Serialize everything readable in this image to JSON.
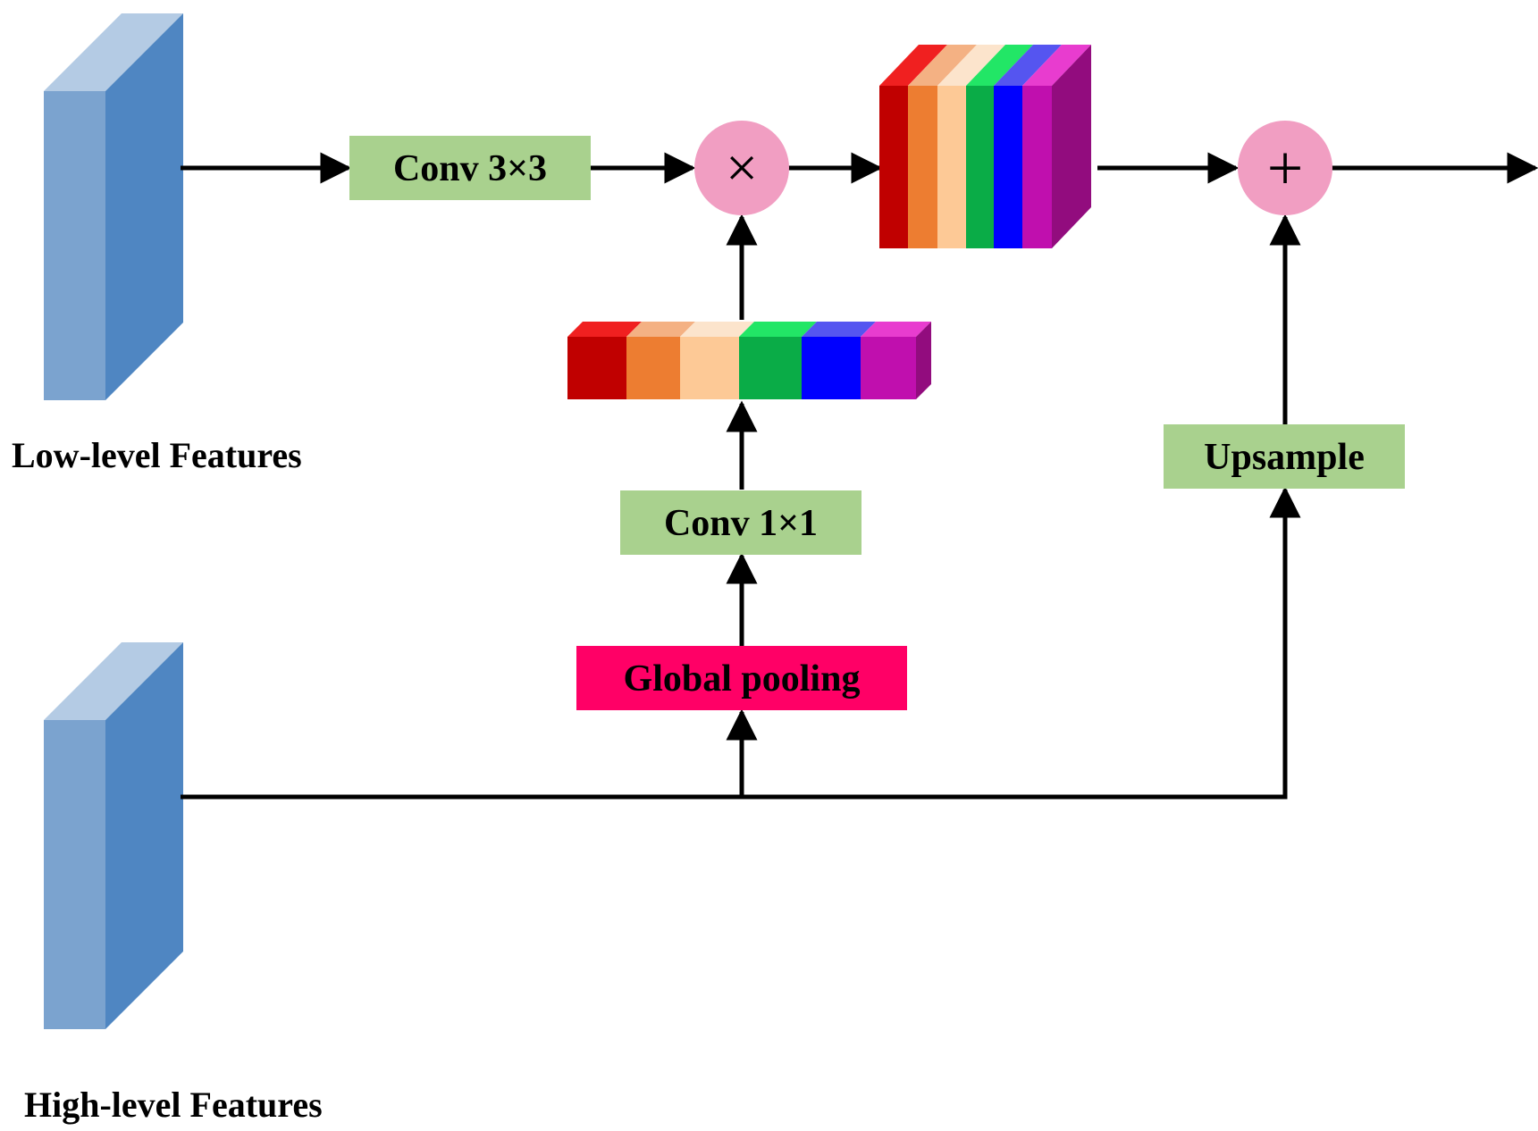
{
  "labels": {
    "low_level": "Low-level Features",
    "high_level": "High-level Features",
    "conv3": "Conv 3×3",
    "conv1": "Conv 1×1",
    "global_pooling": "Global pooling",
    "upsample": "Upsample",
    "multiply": "×",
    "add": "+"
  },
  "colors": {
    "box_green": "#a9d18e",
    "box_pink": "#ff0066",
    "operator_pink": "#f19ec2",
    "feature_front": "#7ba3cf",
    "feature_side": "#4f86c2",
    "feature_top": "#b4cbe4",
    "arrow": "#000000"
  },
  "channel_stripes": {
    "front": [
      "#c00000",
      "#ed7d31",
      "#fdc996",
      "#0aac47",
      "#0000ff",
      "#c00fae",
      "#920c7e"
    ],
    "top": [
      "#f02020",
      "#f4b183",
      "#fce4cc",
      "#22e666",
      "#5555f0",
      "#e83ccf"
    ]
  },
  "vector_stripes": {
    "front": [
      "#c00000",
      "#ed7d31",
      "#fdc996",
      "#0aac47",
      "#0000ff",
      "#c00fae"
    ],
    "top": [
      "#f02020",
      "#f4b183",
      "#fce4cc",
      "#22e666",
      "#5555f0",
      "#e83ccf"
    ],
    "side": "#920c7e"
  }
}
